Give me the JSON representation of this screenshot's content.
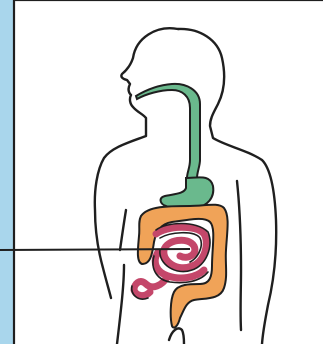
{
  "diagram": {
    "subject": "human-digestive-system",
    "colors": {
      "background": "#a9d6ec",
      "card": "#ffffff",
      "outline": "#1f1f1f",
      "esophagus_stomach": "#6ab98d",
      "large_intestine": "#f0a358",
      "small_intestine": "#c4476a"
    },
    "parts": [
      {
        "name": "body-outline"
      },
      {
        "name": "esophagus"
      },
      {
        "name": "stomach"
      },
      {
        "name": "large-intestine"
      },
      {
        "name": "small-intestine"
      },
      {
        "name": "pointer-line"
      }
    ]
  }
}
